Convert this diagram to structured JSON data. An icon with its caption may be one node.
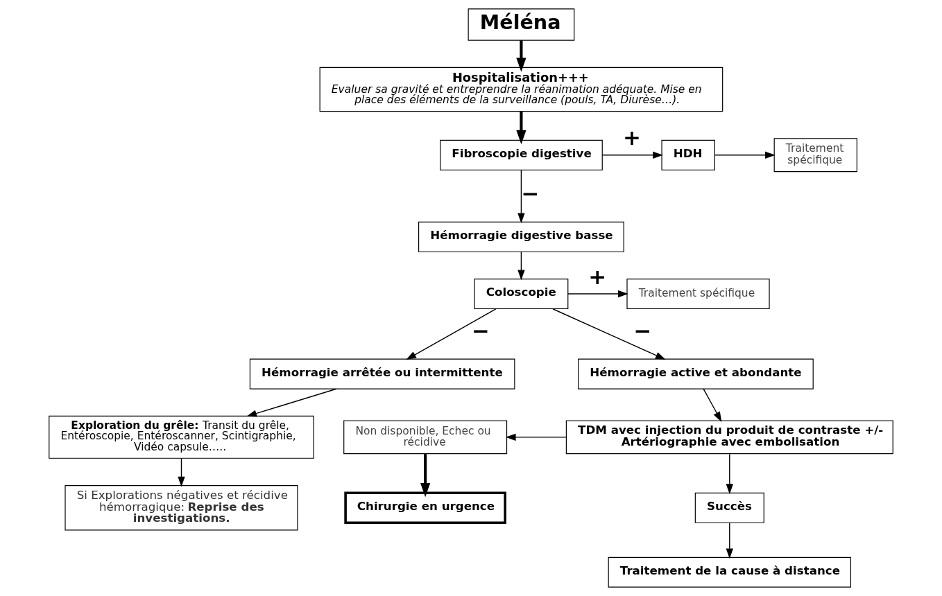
{
  "diagram": {
    "nodes": [
      {
        "text": [
          "Méléna"
        ]
      },
      {
        "text": [
          "Hospitalisation+++",
          "Evaluer sa gravité et entreprendre la réanimation adéquate. Mise en place des éléments de la surveillance (pouls, TA, Diurèse…)."
        ]
      },
      {
        "text": [
          "Fibroscopie digestive"
        ]
      },
      {
        "text": [
          "HDH"
        ]
      },
      {
        "text": [
          "Traitement spécifique"
        ]
      },
      {
        "text": [
          "Hémorragie digestive basse"
        ]
      },
      {
        "text": [
          "Coloscopie"
        ]
      },
      {
        "text": [
          "Traitement spécifique"
        ]
      },
      {
        "text": [
          "Hémorragie arrêtée ou intermittente"
        ]
      },
      {
        "text": [
          "Hémorragie active et abondante"
        ]
      },
      {
        "text": [
          "**Exploration du grêle:** Transit du grêle, Entéroscopie, Entéroscanner, Scintigraphie, Vidéo capsule….."
        ]
      },
      {
        "text": [
          "Non disponible, Echec ou récidive"
        ]
      },
      {
        "text": [
          "TDM avec injection du produit de contraste +/- Artériographie avec embolisation"
        ]
      },
      {
        "text": [
          "Si Explorations négatives et récidive hémorragique: **Reprise des investigations.**"
        ]
      },
      {
        "text": [
          "Chirurgie en urgence"
        ]
      },
      {
        "text": [
          "Succès"
        ]
      },
      {
        "text": [
          "Traitement de la cause à distance"
        ]
      }
    ],
    "edges": [
      {
        "from": 0,
        "to": 1,
        "arrow": "to",
        "style": "thick"
      },
      {
        "from": 1,
        "to": 2,
        "arrow": "to",
        "style": "thick"
      },
      {
        "from": 2,
        "to": 3,
        "arrow": "to",
        "label": "+"
      },
      {
        "from": 3,
        "to": 4,
        "arrow": "to"
      },
      {
        "from": 2,
        "to": 5,
        "arrow": "to",
        "label": "−"
      },
      {
        "from": 5,
        "to": 6,
        "arrow": "to"
      },
      {
        "from": 6,
        "to": 7,
        "arrow": "to",
        "label": "+"
      },
      {
        "from": 6,
        "to": 8,
        "arrow": "to",
        "label": "−"
      },
      {
        "from": 6,
        "to": 9,
        "arrow": "to",
        "label": "−"
      },
      {
        "from": 8,
        "to": 10,
        "arrow": "to"
      },
      {
        "from": 10,
        "to": 13,
        "arrow": "to"
      },
      {
        "from": 9,
        "to": 12,
        "arrow": "to"
      },
      {
        "from": 12,
        "to": 11,
        "arrow": "to"
      },
      {
        "from": 11,
        "to": 14,
        "arrow": "to",
        "style": "thick"
      },
      {
        "from": 12,
        "to": 15,
        "arrow": "to"
      },
      {
        "from": 15,
        "to": 16,
        "arrow": "to"
      }
    ]
  }
}
